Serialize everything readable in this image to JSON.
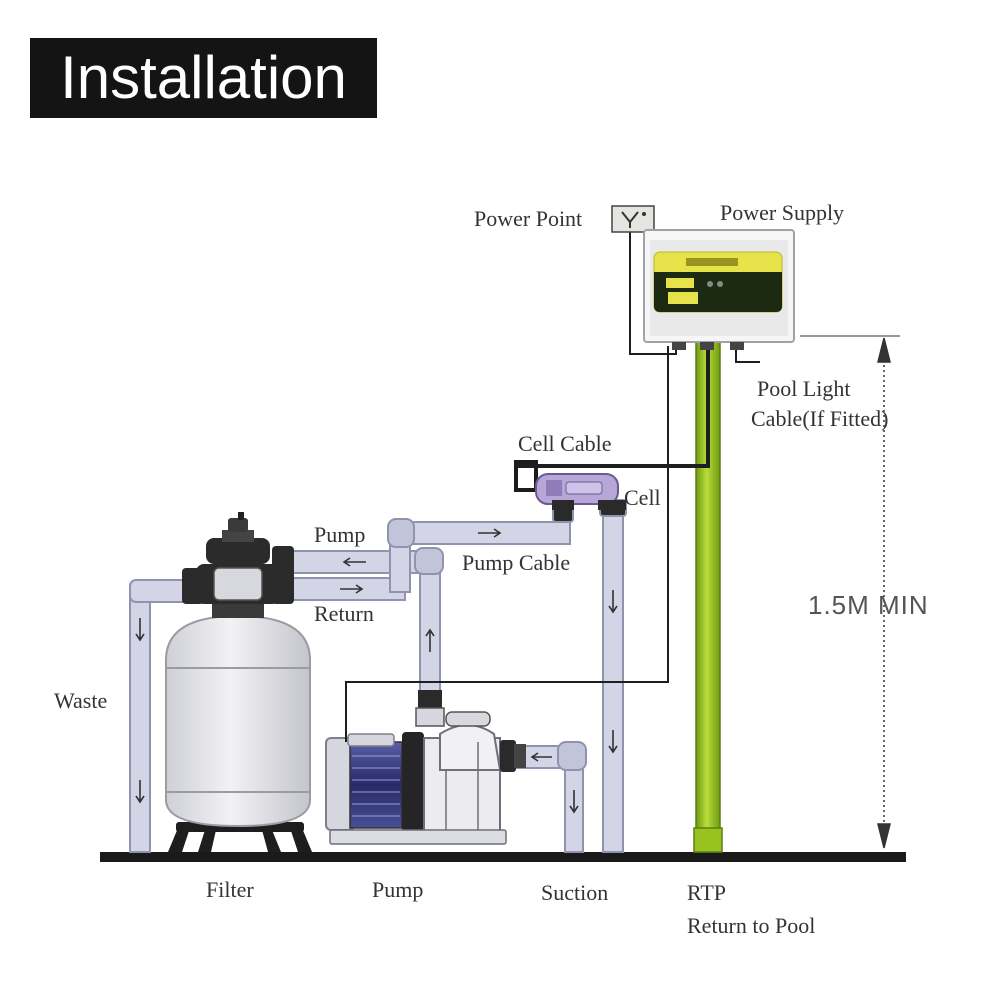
{
  "title": "Installation",
  "labels": {
    "power_point": "Power Point",
    "power_supply": "Power Supply",
    "pool_light_1": "Pool Light",
    "pool_light_2": "Cable(If Fitted)",
    "cell_cable": "Cell Cable",
    "cell": "Cell",
    "pump_top": "Pump",
    "pump_cable": "Pump Cable",
    "return": "Return",
    "waste": "Waste",
    "height": "1.5M MIN",
    "filter": "Filter",
    "pump_bottom": "Pump",
    "suction": "Suction",
    "rtp": "RTP",
    "return_to_pool": "Return to Pool"
  },
  "colors": {
    "pipe": "#d3d5e6",
    "pipe_edge": "#8f93ad",
    "rtp_pipe": "#98c21f",
    "panel_display": "#e6e24a",
    "panel_dark": "#1c2a12",
    "cell_body": "#b8a6d8",
    "ground": "#1a1a1a"
  }
}
